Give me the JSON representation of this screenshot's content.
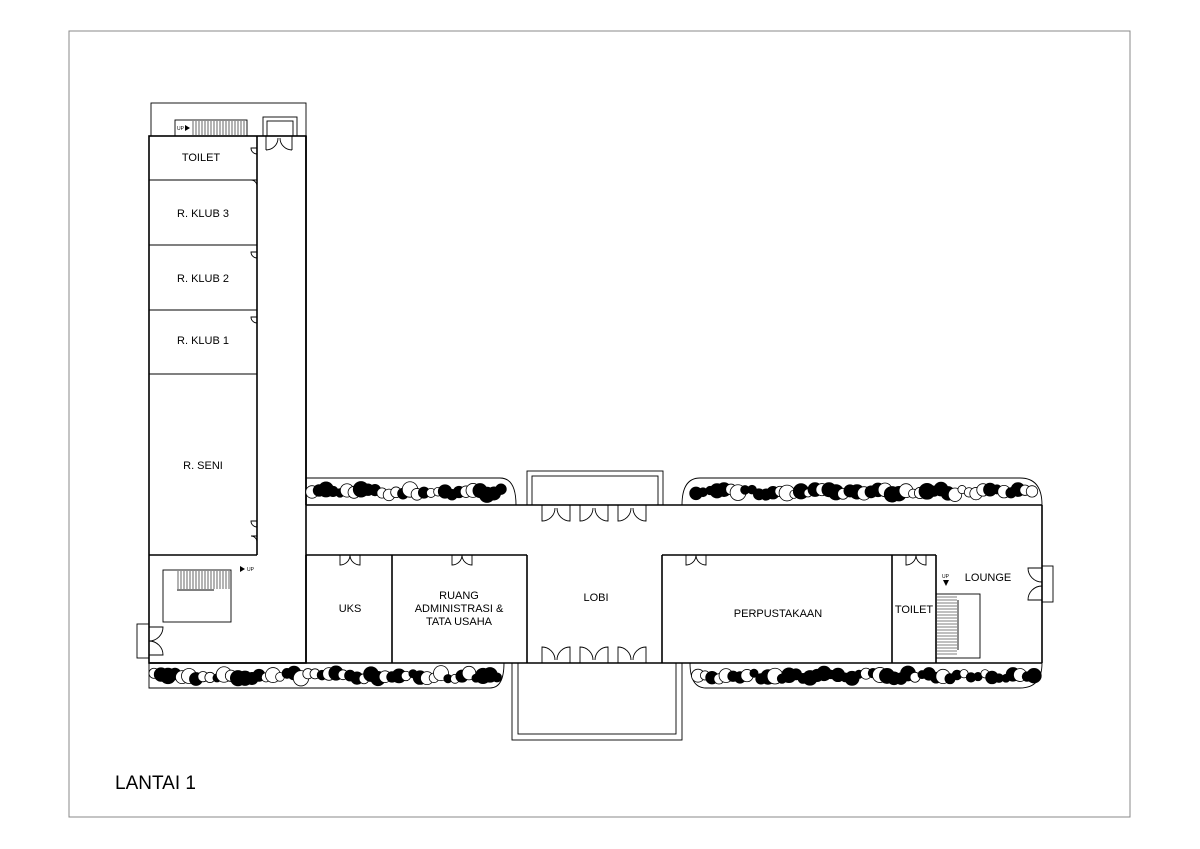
{
  "drawing": {
    "title": "LANTAI 1",
    "stair_marks": [
      "UP",
      "UP",
      "UP"
    ]
  },
  "rooms": {
    "toilet_west": "TOILET",
    "klub3": "R. KLUB 3",
    "klub2": "R. KLUB 2",
    "klub1": "R. KLUB 1",
    "seni": "R. SENI",
    "uks": "UKS",
    "admin_line1": "RUANG",
    "admin_line2": "ADMINISTRASI &",
    "admin_line3": "TATA USAHA",
    "lobi": "LOBI",
    "perpustakaan": "PERPUSTAKAAN",
    "toilet_east": "TOILET",
    "lounge": "LOUNGE"
  }
}
